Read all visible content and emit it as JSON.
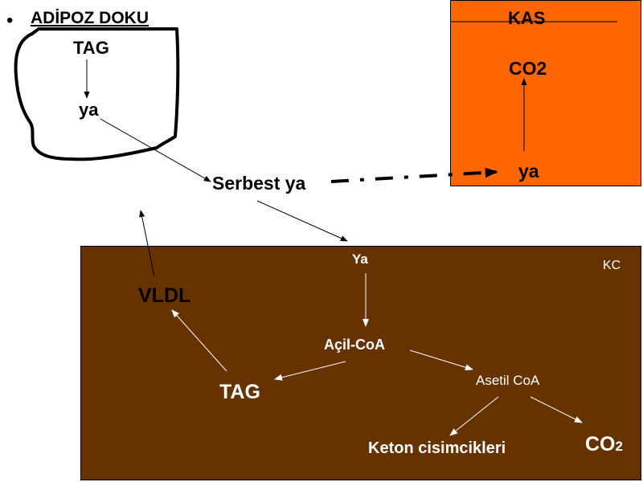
{
  "bullet_glyph": "•",
  "adipose": {
    "title": "ADİPOZ DOKU",
    "tag": "TAG",
    "fa": "ya"
  },
  "free_fa": "Serbest ya",
  "muscle": {
    "title": "KAS",
    "co2": "CO2",
    "fa": "ya",
    "color": "#ff6600"
  },
  "liver": {
    "code": "KC",
    "fa": "Ya",
    "acyl_coa": "Açil-CoA",
    "acetyl_coa": "Asetil CoA",
    "ketone": "Keton cisimcikleri",
    "co2_main": "CO",
    "co2_sub": "2",
    "tag": "TAG",
    "color": "#663300"
  },
  "vldl": "VLDL"
}
